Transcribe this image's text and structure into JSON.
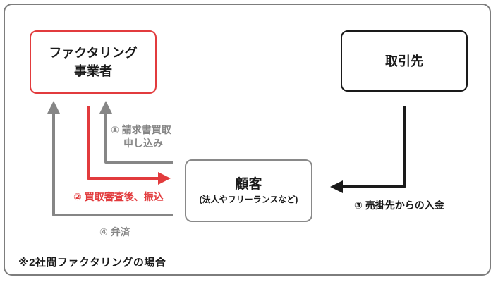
{
  "diagram": {
    "boxes": {
      "factoring_company": {
        "label_line1": "ファクタリング",
        "label_line2": "事業者",
        "border_color": "#e23b3d"
      },
      "client": {
        "label": "取引先",
        "border_color": "#1a1a1a"
      },
      "customer": {
        "title": "顧客",
        "subtitle": "(法人やフリーランスなど)",
        "border_color": "#898989"
      }
    },
    "arrows": {
      "application": {
        "label_line1": "① 請求書買取",
        "label_line2": "申し込み",
        "color": "#868686",
        "from": "customer",
        "to": "factoring_company"
      },
      "payment": {
        "label": "② 買取審査後、振込",
        "color": "#e23b3d",
        "from": "factoring_company",
        "to": "customer"
      },
      "deposit": {
        "label": "③ 売掛先からの入金",
        "color": "#1a1a1a",
        "from": "client",
        "to": "customer"
      },
      "repayment": {
        "label": "④ 弁済",
        "color": "#868686",
        "from": "customer",
        "to": "factoring_company"
      }
    },
    "note": "※2社間ファクタリングの場合"
  }
}
